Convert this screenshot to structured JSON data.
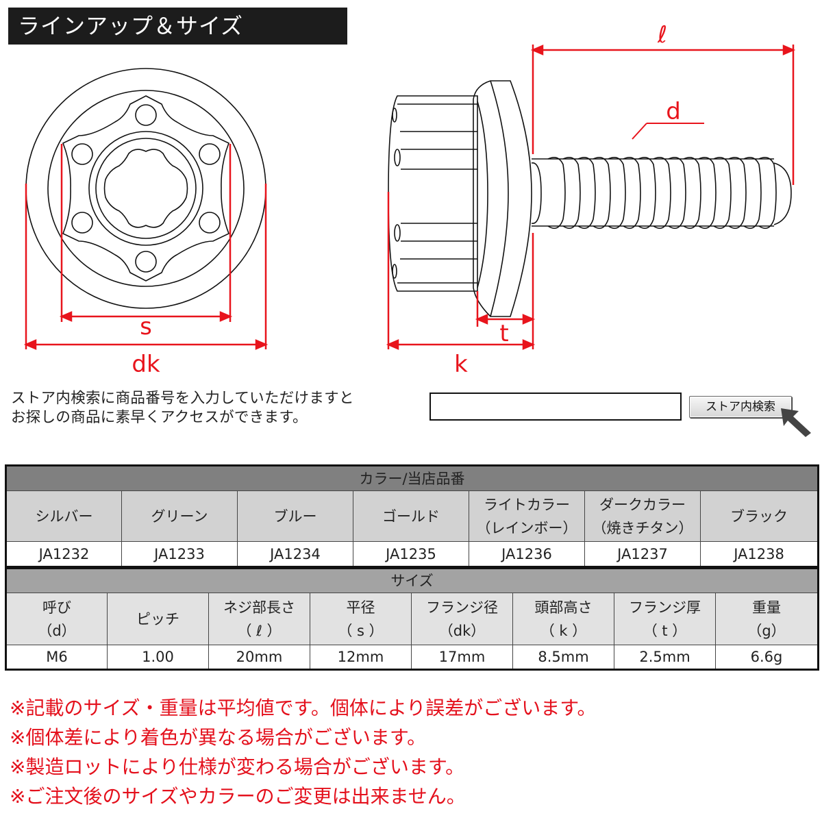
{
  "header": {
    "title": "ラインアップ＆サイズ"
  },
  "diagram": {
    "labels": {
      "s": "s",
      "dk": "dk",
      "l": "ℓ",
      "d": "d",
      "t": "t",
      "k": "k"
    },
    "dimension_color": "#e8141c"
  },
  "search": {
    "description_line1": "ストア内検索に商品番号を入力していただけますと",
    "description_line2": "お探しの商品に素早くアクセスができます。",
    "input_value": "",
    "input_placeholder": "",
    "button_label": "ストア内検索"
  },
  "color_table": {
    "title": "カラー/当店品番",
    "colors": [
      {
        "name_line1": "シルバー",
        "name_line2": "",
        "code": "JA1232"
      },
      {
        "name_line1": "グリーン",
        "name_line2": "",
        "code": "JA1233"
      },
      {
        "name_line1": "ブルー",
        "name_line2": "",
        "code": "JA1234"
      },
      {
        "name_line1": "ゴールド",
        "name_line2": "",
        "code": "JA1235"
      },
      {
        "name_line1": "ライトカラー",
        "name_line2": "（レインボー）",
        "code": "JA1236"
      },
      {
        "name_line1": "ダークカラー",
        "name_line2": "（焼きチタン）",
        "code": "JA1237"
      },
      {
        "name_line1": "ブラック",
        "name_line2": "",
        "code": "JA1238"
      }
    ]
  },
  "size_table": {
    "title": "サイズ",
    "columns": [
      {
        "label_line1": "呼び",
        "label_line2": "（d）",
        "value": "M6"
      },
      {
        "label_line1": "ピッチ",
        "label_line2": "",
        "value": "1.00"
      },
      {
        "label_line1": "ネジ部長さ",
        "label_line2": "（ ℓ ）",
        "value": "20mm"
      },
      {
        "label_line1": "平径",
        "label_line2": "（ s ）",
        "value": "12mm"
      },
      {
        "label_line1": "フランジ径",
        "label_line2": "（dk）",
        "value": "17mm"
      },
      {
        "label_line1": "頭部高さ",
        "label_line2": "（ k ）",
        "value": "8.5mm"
      },
      {
        "label_line1": "フランジ厚",
        "label_line2": "（ t ）",
        "value": "2.5mm"
      },
      {
        "label_line1": "重量",
        "label_line2": "（g）",
        "value": "6.6g"
      }
    ]
  },
  "notes": [
    "※記載のサイズ・重量は平均値です。個体により誤差がございます。",
    "※個体差により着色が異なる場合がございます。",
    "※製造ロットにより仕様が変わる場合がございます。",
    "※ご注文後のサイズやカラーのご変更は出来ません。"
  ],
  "colors": {
    "title_bg": "#1c1c1c",
    "table_header_dark": "#808080",
    "table_header_light": "#a3a3a3",
    "note_red": "#e4101c"
  }
}
